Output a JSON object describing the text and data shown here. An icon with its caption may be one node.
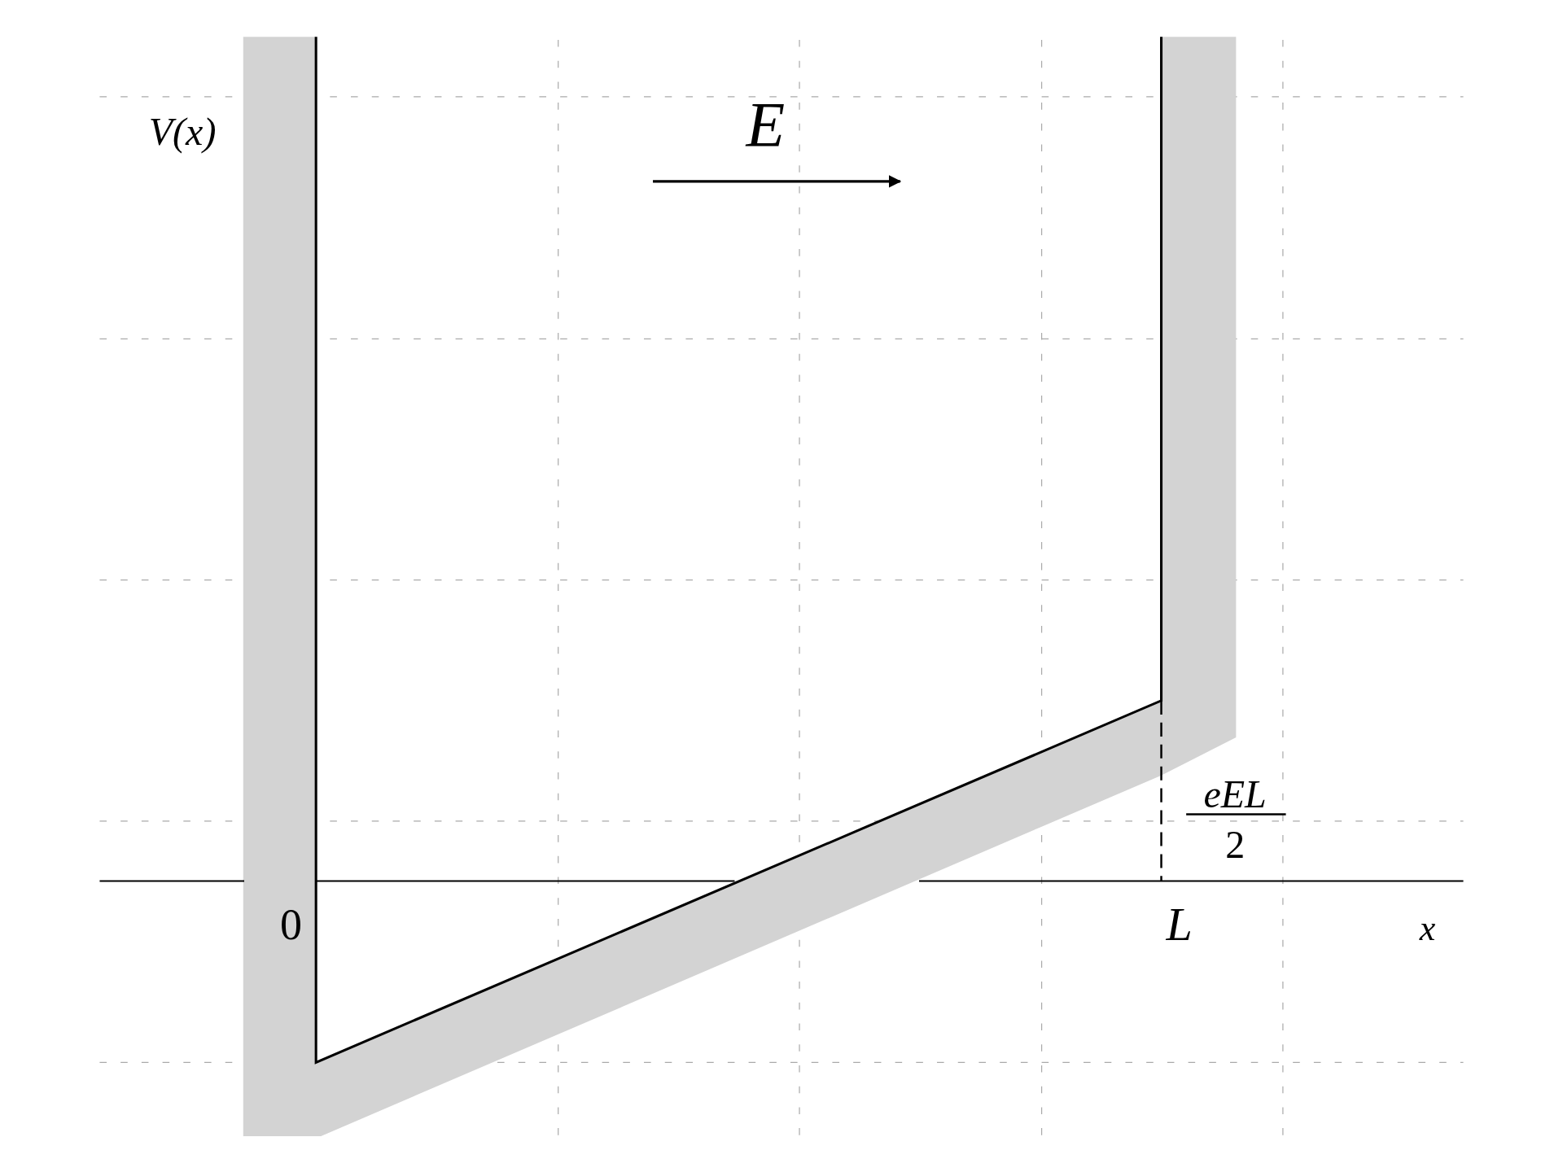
{
  "diagram": {
    "labels": [
      "V(x)",
      "E",
      "0",
      "L",
      "x",
      "eEL",
      "2"
    ]
  }
}
